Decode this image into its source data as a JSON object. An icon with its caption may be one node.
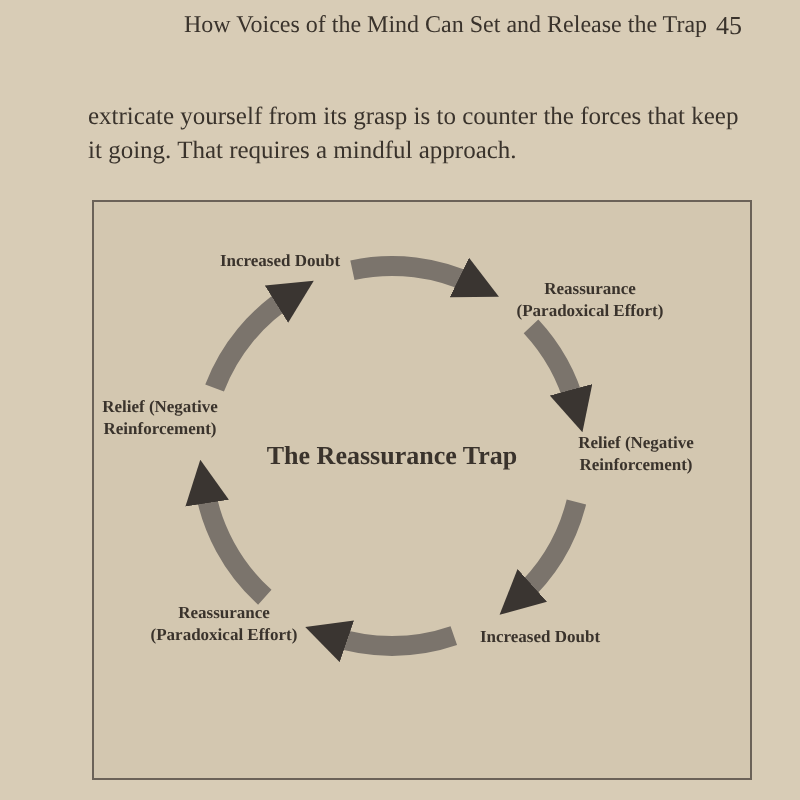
{
  "diagram": {
    "title": "The Reassurance Trap",
    "nodes": [
      {
        "text": [
          "Increased Doubt"
        ]
      },
      {
        "text": [
          "Reassurance (Paradoxical Effort)"
        ]
      },
      {
        "text": [
          "Relief (Negative Reinforcement)"
        ]
      },
      {
        "text": [
          "Increased Doubt"
        ]
      },
      {
        "text": [
          "Reassurance (Paradoxical Effort)"
        ]
      },
      {
        "text": [
          "Relief (Negative Reinforcement)"
        ]
      }
    ],
    "edges": [
      {
        "from": 0,
        "to": 1,
        "arrow": "to"
      },
      {
        "from": 1,
        "to": 2,
        "arrow": "to"
      },
      {
        "from": 2,
        "to": 3,
        "arrow": "to"
      },
      {
        "from": 3,
        "to": 4,
        "arrow": "to"
      },
      {
        "from": 4,
        "to": 5,
        "arrow": "to"
      },
      {
        "from": 5,
        "to": 0,
        "arrow": "to"
      }
    ],
    "labels": [
      "How Voices of the Mind Can Set and Release the Trap",
      "45",
      "extricate yourself from its grasp is to counter the forces that keep it going. That requires a mindful approach."
    ]
  }
}
